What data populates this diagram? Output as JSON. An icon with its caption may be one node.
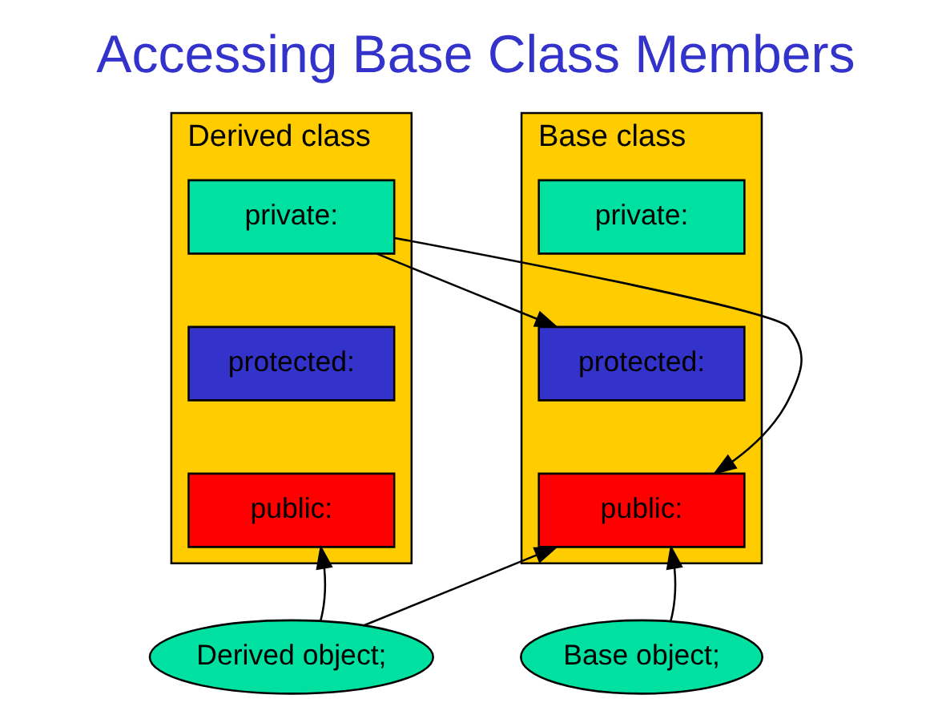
{
  "diagram": {
    "title": "Accessing Base Class Members",
    "nodes": [
      {
        "text": [
          "Derived class"
        ]
      },
      {
        "text": [
          "private:"
        ],
        "in": 0
      },
      {
        "text": [
          "protected:"
        ],
        "in": 0
      },
      {
        "text": [
          "public:"
        ],
        "in": 0
      },
      {
        "text": [
          "Base class"
        ]
      },
      {
        "text": [
          "private:"
        ],
        "in": 4
      },
      {
        "text": [
          "protected:"
        ],
        "in": 4
      },
      {
        "text": [
          "public:"
        ],
        "in": 4
      },
      {
        "text": [
          "Derived object;"
        ]
      },
      {
        "text": [
          "Base object;"
        ]
      }
    ],
    "edges": [
      {
        "from": 1,
        "to": 6,
        "arrow": "to"
      },
      {
        "from": 1,
        "to": 7,
        "arrow": "to"
      },
      {
        "from": 8,
        "to": 3,
        "arrow": "to"
      },
      {
        "from": 8,
        "to": 7,
        "arrow": "to"
      },
      {
        "from": 9,
        "to": 7,
        "arrow": "to"
      }
    ]
  }
}
